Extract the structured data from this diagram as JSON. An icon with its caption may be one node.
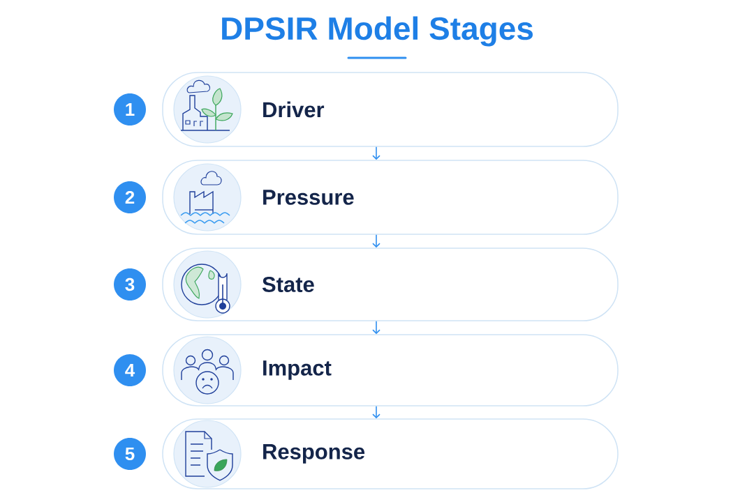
{
  "diagram": {
    "title": "DPSIR Model Stages",
    "nodes": [
      {
        "text": [
          "1"
        ]
      },
      {
        "text": [
          "Driver"
        ]
      },
      {
        "text": [
          "2"
        ]
      },
      {
        "text": [
          "Pressure"
        ]
      },
      {
        "text": [
          "3"
        ]
      },
      {
        "text": [
          "State"
        ]
      },
      {
        "text": [
          "4"
        ]
      },
      {
        "text": [
          "Impact"
        ]
      },
      {
        "text": [
          "5"
        ]
      },
      {
        "text": [
          "Response"
        ]
      }
    ],
    "edges": [
      {
        "from": 1,
        "to": 3,
        "arrow": "to"
      },
      {
        "from": 3,
        "to": 5,
        "arrow": "to"
      },
      {
        "from": 5,
        "to": 7,
        "arrow": "to"
      },
      {
        "from": 7,
        "to": 9,
        "arrow": "to"
      }
    ]
  }
}
